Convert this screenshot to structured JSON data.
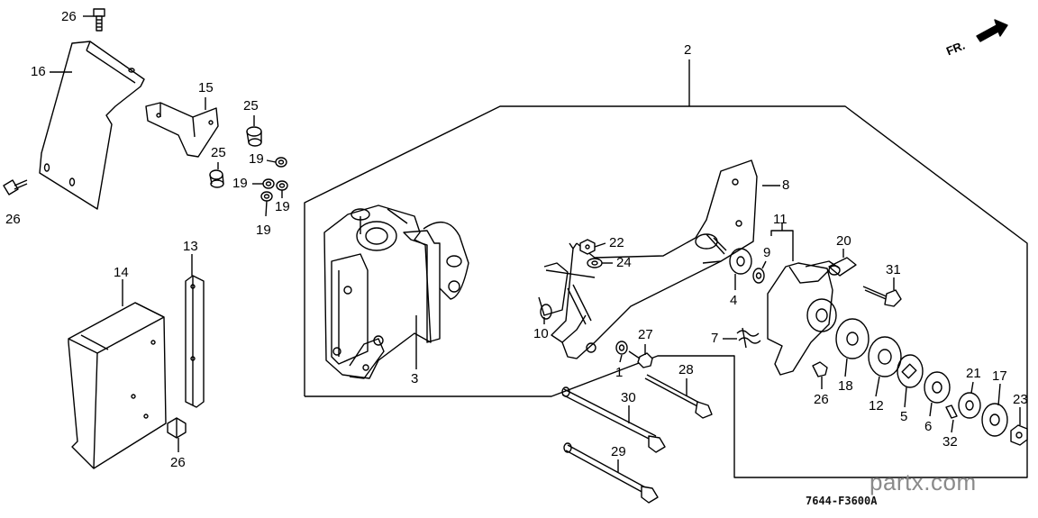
{
  "diagram": {
    "callouts": [
      {
        "id": "c26a",
        "text": "26"
      },
      {
        "id": "c16",
        "text": "16"
      },
      {
        "id": "c15",
        "text": "15"
      },
      {
        "id": "c25a",
        "text": "25"
      },
      {
        "id": "c25b",
        "text": "25"
      },
      {
        "id": "c19a",
        "text": "19"
      },
      {
        "id": "c19b",
        "text": "19"
      },
      {
        "id": "c19c",
        "text": "19"
      },
      {
        "id": "c19d",
        "text": "19"
      },
      {
        "id": "c26b",
        "text": "26"
      },
      {
        "id": "c14",
        "text": "14"
      },
      {
        "id": "c13",
        "text": "13"
      },
      {
        "id": "c26c",
        "text": "26"
      },
      {
        "id": "c2",
        "text": "2"
      },
      {
        "id": "c8",
        "text": "8"
      },
      {
        "id": "c3",
        "text": "3"
      },
      {
        "id": "c22",
        "text": "22"
      },
      {
        "id": "c24",
        "text": "24"
      },
      {
        "id": "c10",
        "text": "10"
      },
      {
        "id": "c1",
        "text": "1"
      },
      {
        "id": "c27",
        "text": "27"
      },
      {
        "id": "c7",
        "text": "7"
      },
      {
        "id": "c4",
        "text": "4"
      },
      {
        "id": "c9",
        "text": "9"
      },
      {
        "id": "c11",
        "text": "11"
      },
      {
        "id": "c20",
        "text": "20"
      },
      {
        "id": "c31",
        "text": "31"
      },
      {
        "id": "c26d",
        "text": "26"
      },
      {
        "id": "c18",
        "text": "18"
      },
      {
        "id": "c12",
        "text": "12"
      },
      {
        "id": "c5",
        "text": "5"
      },
      {
        "id": "c6",
        "text": "6"
      },
      {
        "id": "c21",
        "text": "21"
      },
      {
        "id": "c17",
        "text": "17"
      },
      {
        "id": "c23",
        "text": "23"
      },
      {
        "id": "c32",
        "text": "32"
      },
      {
        "id": "c28",
        "text": "28"
      },
      {
        "id": "c30",
        "text": "30"
      },
      {
        "id": "c29",
        "text": "29"
      }
    ],
    "front_indicator": "FR.",
    "drawing_code": "7644-F3600A",
    "watermark": "partx.com"
  }
}
